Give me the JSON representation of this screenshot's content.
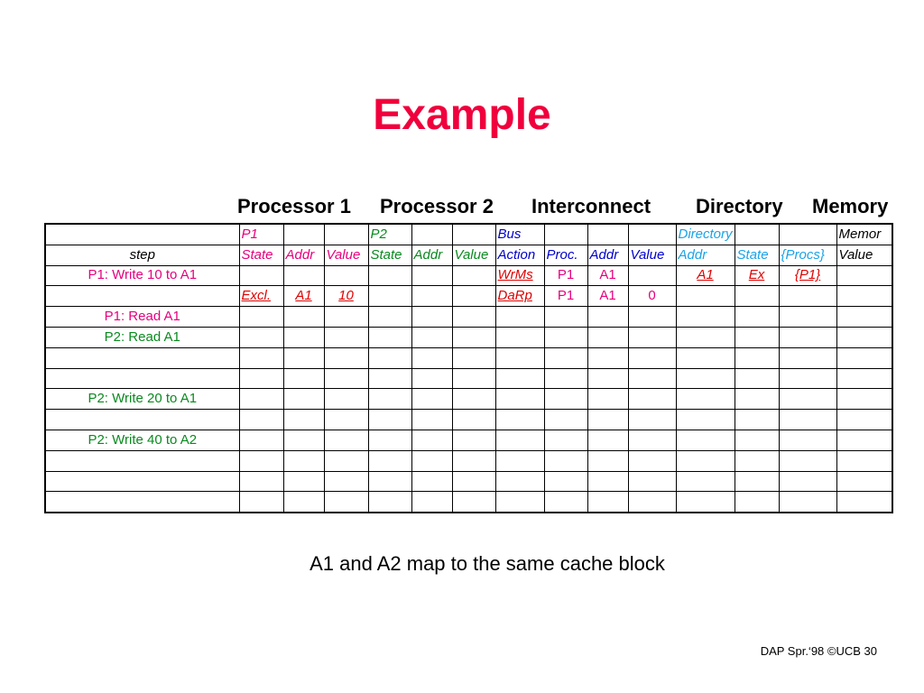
{
  "title": "Example",
  "headers": {
    "processor1": "Processor 1",
    "processor2": "Processor 2",
    "interconnect": "Interconnect",
    "directory": "Directory",
    "memory": "Memory"
  },
  "table": {
    "group_row": [
      "",
      "P1",
      "",
      "",
      "P2",
      "",
      "",
      "Bus",
      "",
      "",
      "",
      "Directory",
      "",
      "",
      "Memor"
    ],
    "column_row": [
      "step",
      "State",
      "Addr",
      "Value",
      "State",
      "Addr",
      "Value",
      "Action",
      "Proc.",
      "Addr",
      "Value",
      "Addr",
      "State",
      "{Procs}",
      "Value"
    ],
    "rows": [
      [
        "P1: Write 10 to A1",
        "",
        "",
        "",
        "",
        "",
        "",
        "WrMs",
        "P1",
        "A1",
        "",
        "A1",
        "Ex",
        "{P1}",
        ""
      ],
      [
        "",
        "Excl.",
        "A1",
        "10",
        "",
        "",
        "",
        "DaRp",
        "P1",
        "A1",
        "0",
        "",
        "",
        "",
        ""
      ],
      [
        "P1: Read A1",
        "",
        "",
        "",
        "",
        "",
        "",
        "",
        "",
        "",
        "",
        "",
        "",
        "",
        ""
      ],
      [
        "P2: Read A1",
        "",
        "",
        "",
        "",
        "",
        "",
        "",
        "",
        "",
        "",
        "",
        "",
        "",
        ""
      ],
      [
        "",
        "",
        "",
        "",
        "",
        "",
        "",
        "",
        "",
        "",
        "",
        "",
        "",
        "",
        ""
      ],
      [
        "",
        "",
        "",
        "",
        "",
        "",
        "",
        "",
        "",
        "",
        "",
        "",
        "",
        "",
        ""
      ],
      [
        "P2: Write 20 to A1",
        "",
        "",
        "",
        "",
        "",
        "",
        "",
        "",
        "",
        "",
        "",
        "",
        "",
        ""
      ],
      [
        "",
        "",
        "",
        "",
        "",
        "",
        "",
        "",
        "",
        "",
        "",
        "",
        "",
        "",
        ""
      ],
      [
        "P2: Write 40 to A2",
        "",
        "",
        "",
        "",
        "",
        "",
        "",
        "",
        "",
        "",
        "",
        "",
        "",
        ""
      ],
      [
        "",
        "",
        "",
        "",
        "",
        "",
        "",
        "",
        "",
        "",
        "",
        "",
        "",
        "",
        ""
      ],
      [
        "",
        "",
        "",
        "",
        "",
        "",
        "",
        "",
        "",
        "",
        "",
        "",
        "",
        "",
        ""
      ],
      [
        "",
        "",
        "",
        "",
        "",
        "",
        "",
        "",
        "",
        "",
        "",
        "",
        "",
        "",
        ""
      ]
    ]
  },
  "footnote": "A1 and A2 map to the same cache block",
  "credit": "DAP Spr.‘98 ©UCB 30",
  "colors": {
    "title": "#f0003c",
    "p1": "#e6007e",
    "p2": "#0a8a1f",
    "bus": "#0000cc",
    "directory": "#1aa3e8",
    "action": "#e00000"
  }
}
